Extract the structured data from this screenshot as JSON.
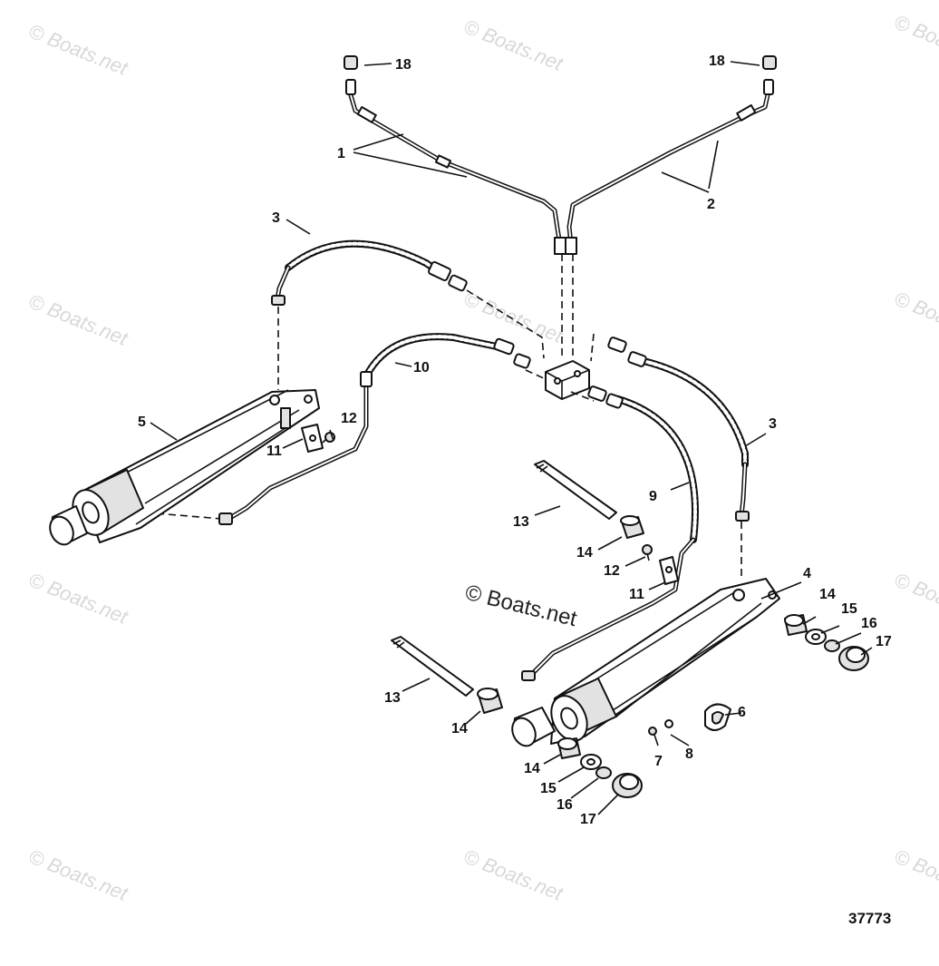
{
  "watermark": "© Boats.net",
  "center_watermark": "© Boats.net",
  "figure_number": "37773",
  "callouts": {
    "c1": "1",
    "c2": "2",
    "c3a": "3",
    "c3b": "3",
    "c4": "4",
    "c5": "5",
    "c6": "6",
    "c7": "7",
    "c8": "8",
    "c9": "9",
    "c10": "10",
    "c11a": "11",
    "c11b": "11",
    "c12a": "12",
    "c12b": "12",
    "c13a": "13",
    "c13b": "13",
    "c14a": "14",
    "c14b": "14",
    "c14c": "14",
    "c14d": "14",
    "c15a": "15",
    "c15b": "15",
    "c16a": "16",
    "c16b": "16",
    "c17a": "17",
    "c17b": "17",
    "c18a": "18",
    "c18b": "18"
  }
}
